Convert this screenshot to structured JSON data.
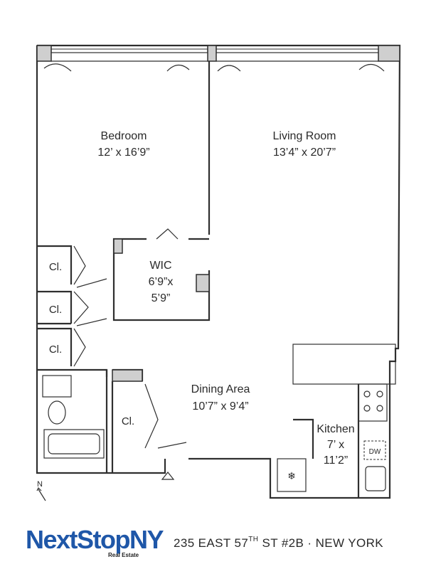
{
  "rooms": {
    "bedroom": {
      "name": "Bedroom",
      "dims": "12’ x 16’9”"
    },
    "living": {
      "name": "Living Room",
      "dims": "13’4” x 20’7”"
    },
    "wic": {
      "name": "WIC",
      "dims_line1": "6’9”x",
      "dims_line2": "5’9”"
    },
    "dining": {
      "name": "Dining Area",
      "dims": "10’7” x 9’4”"
    },
    "kitchen": {
      "name": "Kitchen",
      "dims_line1": "7’ x",
      "dims_line2": "11’2”"
    }
  },
  "closets": [
    "Cl.",
    "Cl.",
    "Cl.",
    "Cl."
  ],
  "appliances": {
    "dishwasher": "DW"
  },
  "compass": {
    "label": "N"
  },
  "footer": {
    "logo": "NextStopNY",
    "logo_sub": "Real Estate",
    "address_pre": "235 EAST 57",
    "address_sup": "TH",
    "address_post": " ST #2B · NEW YORK"
  },
  "colors": {
    "logo_blue": "#1f57a8",
    "wall_gray": "#cfcfcf"
  }
}
